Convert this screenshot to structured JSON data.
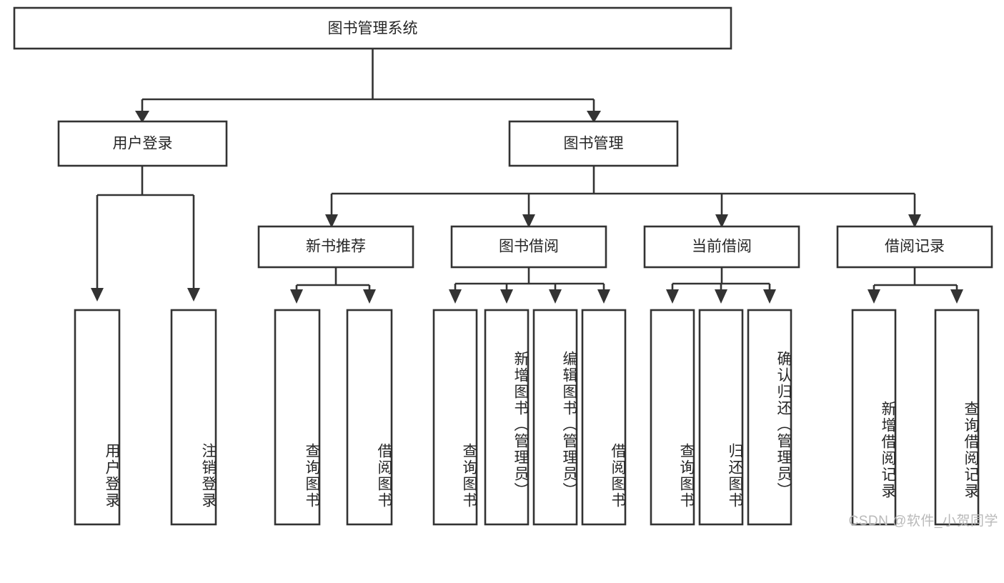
{
  "diagram": {
    "type": "hierarchy-tree",
    "title": "图书管理系统",
    "orientation": "top-down",
    "levels": 4,
    "root": {
      "id": "root",
      "label": "图书管理系统"
    },
    "level2": [
      {
        "id": "user-login",
        "label": "用户登录"
      },
      {
        "id": "book-manage",
        "label": "图书管理"
      }
    ],
    "level3": [
      {
        "id": "new-book-recommend",
        "label": "新书推荐",
        "parent": "book-manage"
      },
      {
        "id": "book-borrow",
        "label": "图书借阅",
        "parent": "book-manage"
      },
      {
        "id": "current-borrow",
        "label": "当前借阅",
        "parent": "book-manage"
      },
      {
        "id": "borrow-record",
        "label": "借阅记录",
        "parent": "book-manage"
      }
    ],
    "leaves": {
      "user_login": [
        {
          "id": "leaf-user-login",
          "label": "用户登录"
        },
        {
          "id": "leaf-logout",
          "label": "注销登录"
        }
      ],
      "new_book_recommend": [
        {
          "id": "leaf-query-book-1",
          "label": "查询图书"
        },
        {
          "id": "leaf-borrow-book-1",
          "label": "借阅图书"
        }
      ],
      "book_borrow": [
        {
          "id": "leaf-query-book-2",
          "label": "查询图书"
        },
        {
          "id": "leaf-add-book",
          "label": "新增图书（管理员）"
        },
        {
          "id": "leaf-edit-book",
          "label": "编辑图书（管理员）"
        },
        {
          "id": "leaf-borrow-book-2",
          "label": "借阅图书"
        }
      ],
      "current_borrow": [
        {
          "id": "leaf-query-book-3",
          "label": "查询图书"
        },
        {
          "id": "leaf-return-book",
          "label": "归还图书"
        },
        {
          "id": "leaf-confirm-return",
          "label": "确认归还（管理员）"
        }
      ],
      "borrow_record": [
        {
          "id": "leaf-add-record",
          "label": "新增借阅记录"
        },
        {
          "id": "leaf-query-record",
          "label": "查询借阅记录"
        }
      ]
    }
  },
  "colors": {
    "box_stroke": "#333333",
    "box_fill": "#ffffff",
    "text": "#262626",
    "connector": "#333333",
    "watermark": "#b9b9b9",
    "background": "#ffffff"
  },
  "watermark": {
    "text": "CSDN @软件_小贺同学"
  }
}
